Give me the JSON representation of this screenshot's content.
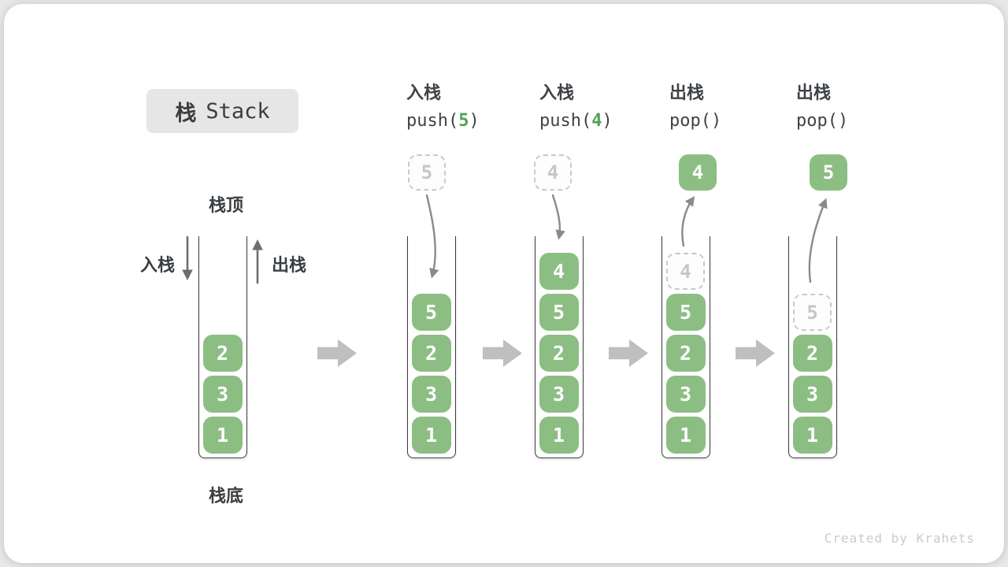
{
  "badge": {
    "zh": "栈",
    "en": "Stack"
  },
  "operations": [
    {
      "title": "入栈",
      "code_pre": "push(",
      "arg": "5",
      "code_post": ")"
    },
    {
      "title": "入栈",
      "code_pre": "push(",
      "arg": "4",
      "code_post": ")"
    },
    {
      "title": "出栈",
      "code_pre": "pop(",
      "arg": "",
      "code_post": ")"
    },
    {
      "title": "出栈",
      "code_pre": "pop(",
      "arg": "",
      "code_post": ")"
    }
  ],
  "stack_labels": {
    "top": "栈顶",
    "bottom": "栈底",
    "push": "入栈",
    "pop": "出栈"
  },
  "stacks": [
    {
      "blocks": [
        "2",
        "3",
        "1"
      ]
    },
    {
      "incoming": "5",
      "blocks": [
        "5",
        "2",
        "3",
        "1"
      ]
    },
    {
      "incoming": "4",
      "blocks": [
        "4",
        "5",
        "2",
        "3",
        "1"
      ]
    },
    {
      "outgoing": "4",
      "ghost": "4",
      "blocks": [
        "5",
        "2",
        "3",
        "1"
      ]
    },
    {
      "outgoing": "5",
      "ghost": "5",
      "blocks": [
        "2",
        "3",
        "1"
      ]
    }
  ],
  "watermark": "Created by Krahets",
  "colors": {
    "block_green": "#8cbe84",
    "code_arg_green": "#52a152",
    "badge_bg": "#e6e6e6",
    "curved_arrow_gray": "#8a8a8a",
    "straight_arrow_gray": "#6e6e6e",
    "block_arrow_gray": "#bfbfbf",
    "ghost_gray": "#c9c9c9",
    "text_dark": "#3a3e41",
    "watermark_gray": "#cbcbcb"
  }
}
